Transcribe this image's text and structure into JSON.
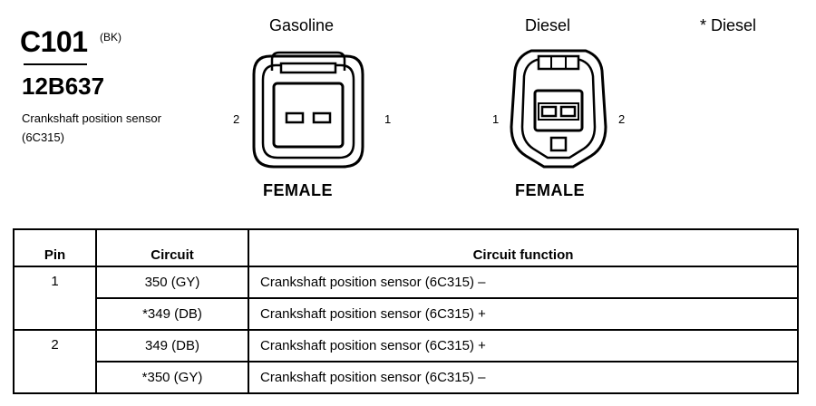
{
  "connector": {
    "id": "C101",
    "color_code": "(BK)",
    "part_number": "12B637",
    "description": "Crankshaft position sensor (6C315)"
  },
  "views": [
    {
      "label": "Gasoline",
      "gender": "FEMALE",
      "pin_left": "2",
      "pin_right": "1"
    },
    {
      "label": "Diesel",
      "gender": "FEMALE",
      "pin_left": "1",
      "pin_right": "2"
    }
  ],
  "note": "* Diesel",
  "table": {
    "headers": [
      "Pin",
      "Circuit",
      "Circuit function"
    ],
    "rows": [
      {
        "pin": "1",
        "circuit": "350 (GY)",
        "function": "Crankshaft position sensor (6C315) –"
      },
      {
        "pin": "",
        "circuit": "*349 (DB)",
        "function": "Crankshaft position sensor (6C315) +"
      },
      {
        "pin": "2",
        "circuit": "349 (DB)",
        "function": "Crankshaft position sensor (6C315) +"
      },
      {
        "pin": "",
        "circuit": "*350 (GY)",
        "function": "Crankshaft position sensor (6C315) –"
      }
    ]
  }
}
